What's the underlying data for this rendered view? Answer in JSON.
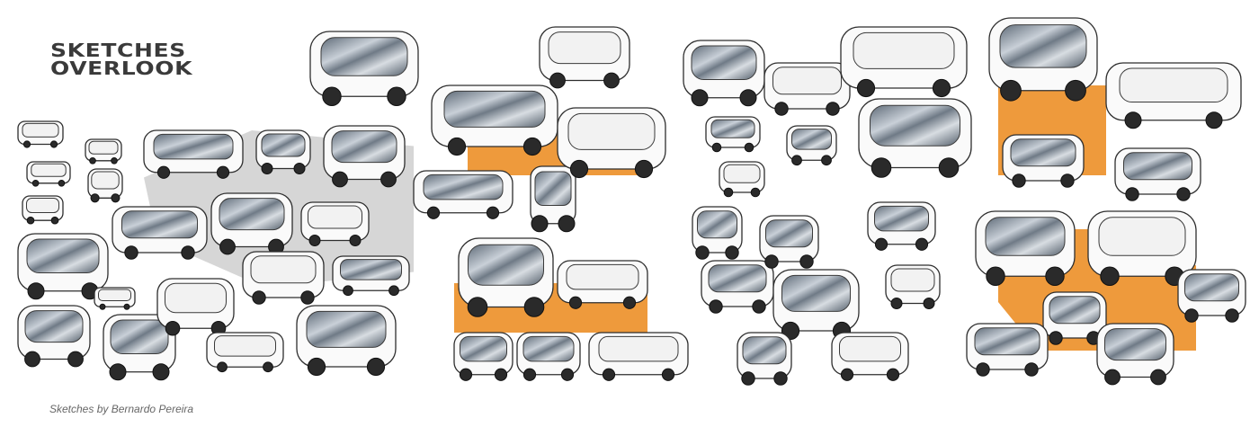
{
  "title_line1": "SKETCHES",
  "title_line2": "OVERLOOK",
  "caption": "Sketches by Bernardo Pereira",
  "colors": {
    "accent_orange": "#ee9a3c",
    "backdrop_grey": "#d6d6d6",
    "ink": "#2e2e2e",
    "glass": "#7c8794"
  }
}
